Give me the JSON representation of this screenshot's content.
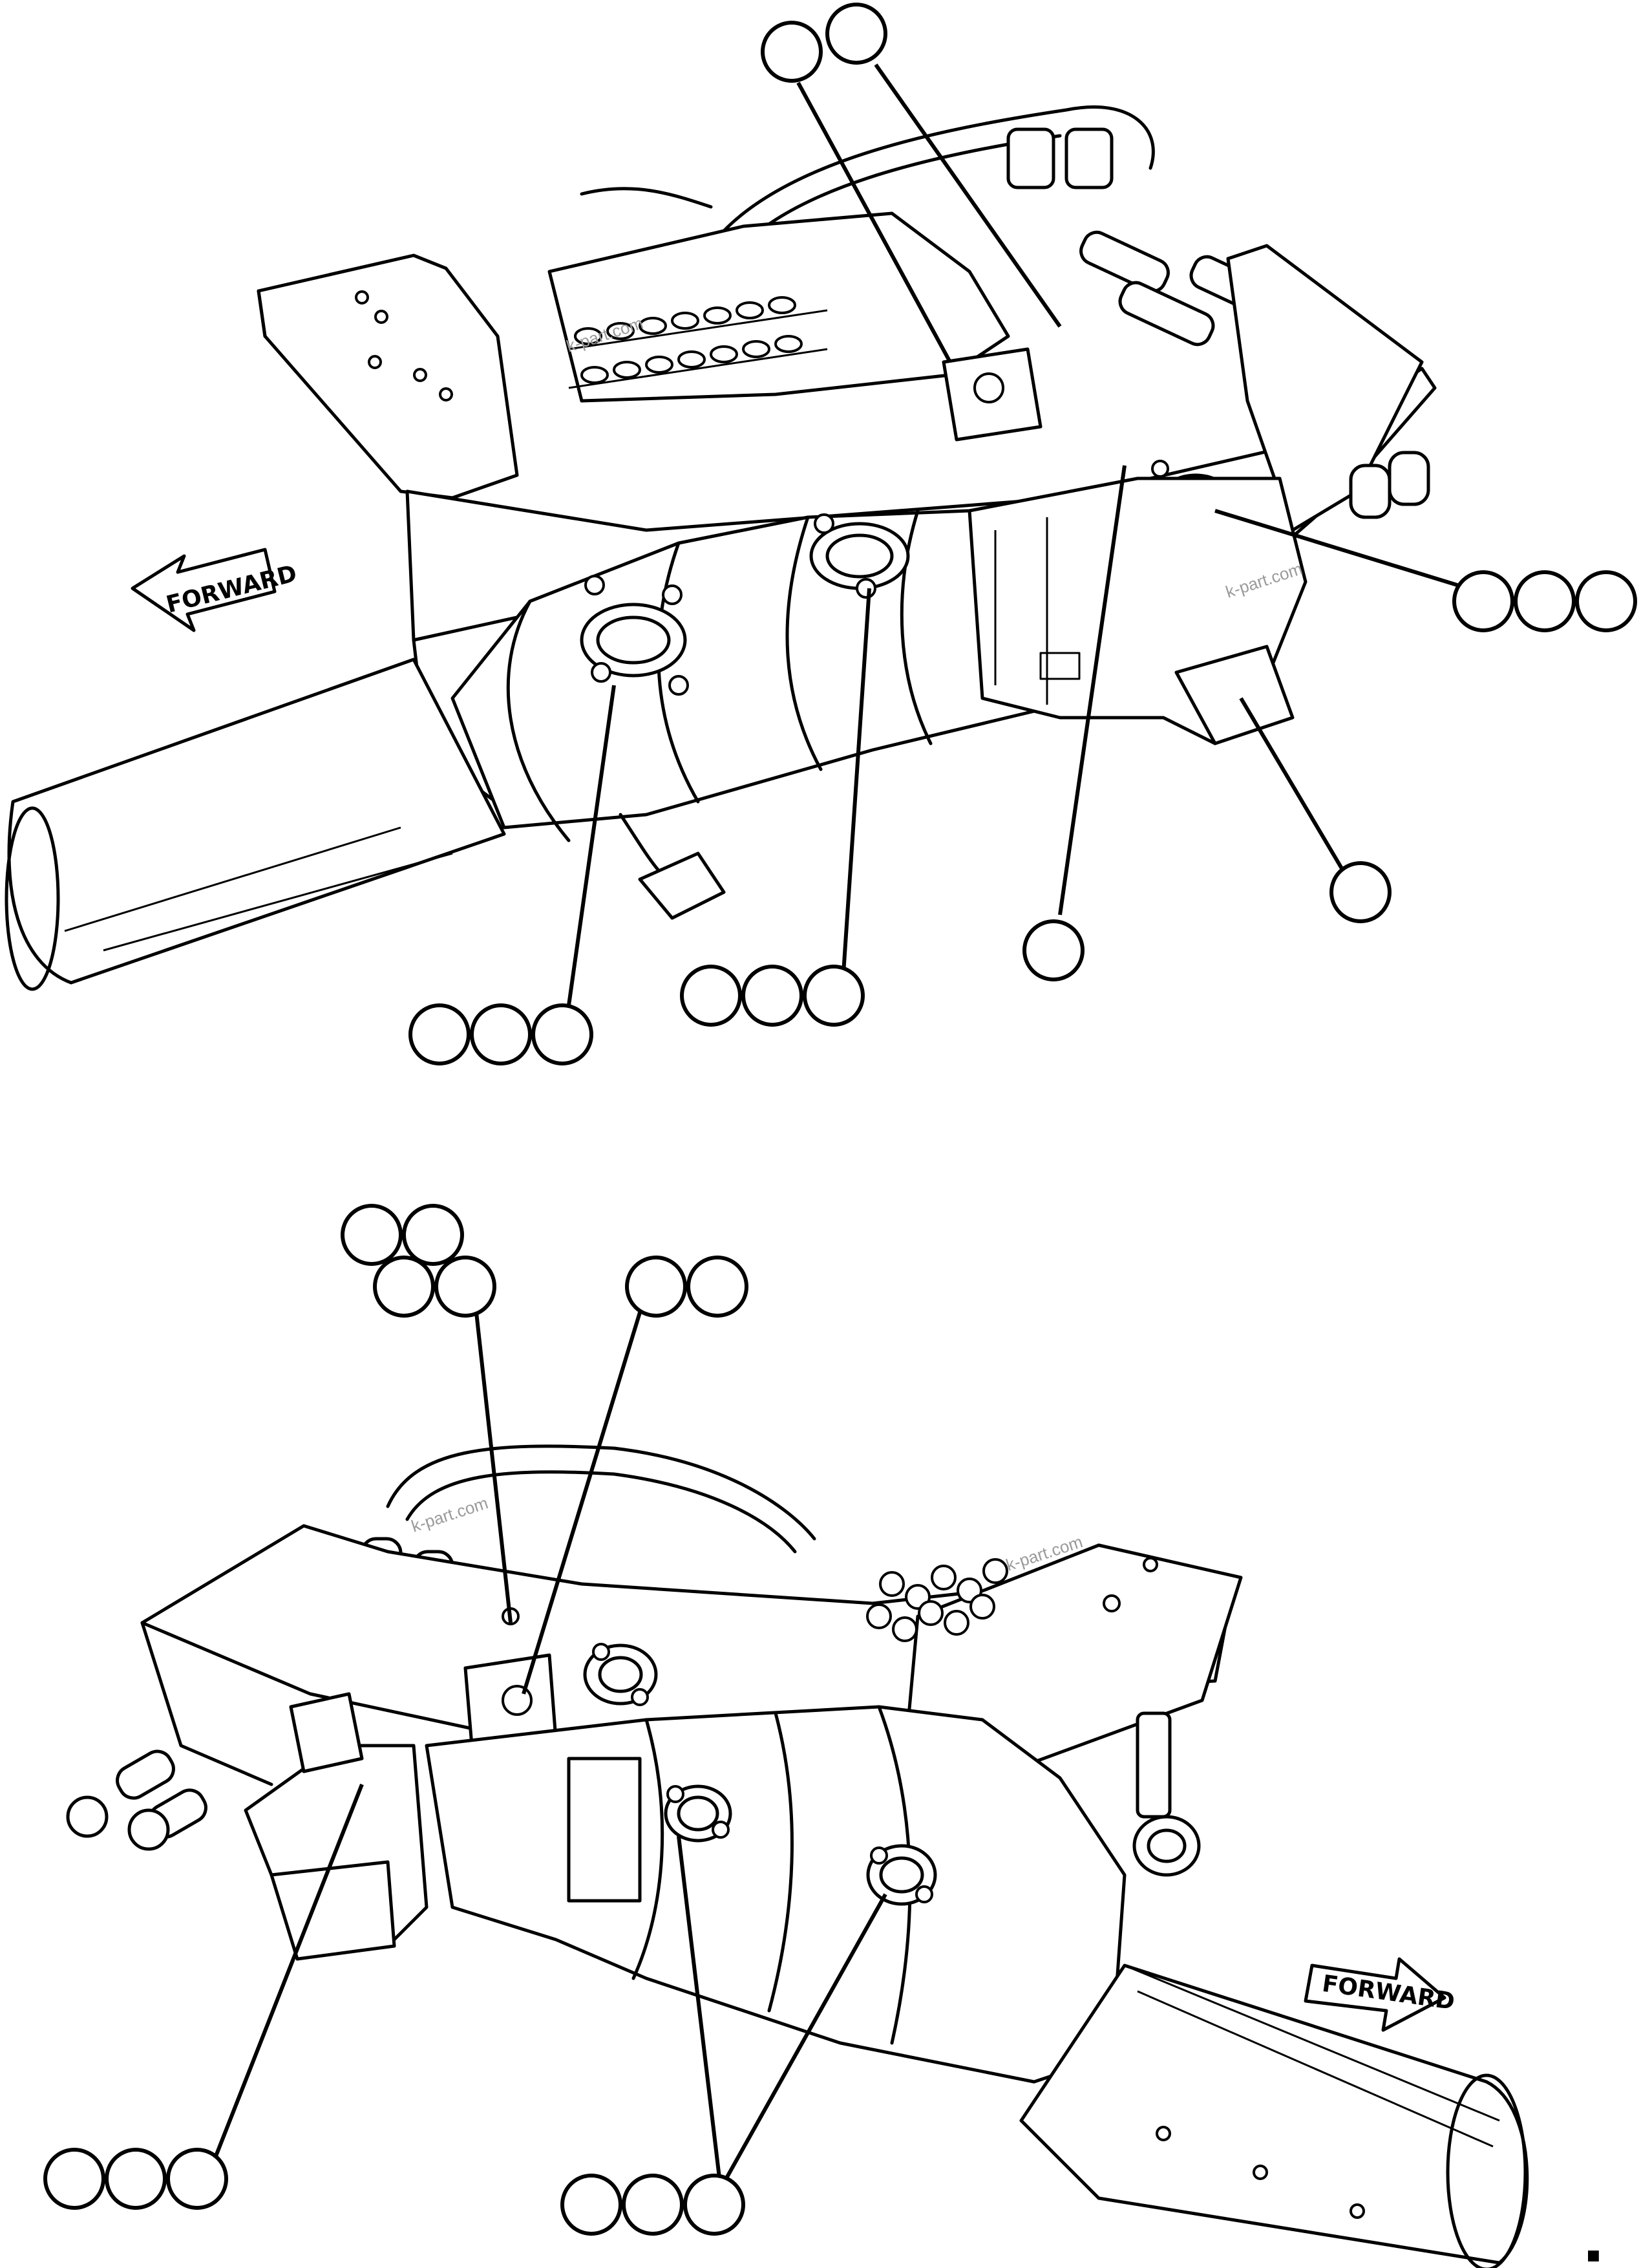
{
  "figure": {
    "direction_label_top": "FORWARD",
    "direction_label_bottom": "FORWARD",
    "watermark": "k-part.com",
    "corner_mark": "■"
  },
  "icons": {
    "callout_bubble": "callout-circle-icon",
    "arrow_left": "forward-arrow-left-icon",
    "arrow_right": "forward-arrow-right-icon"
  }
}
